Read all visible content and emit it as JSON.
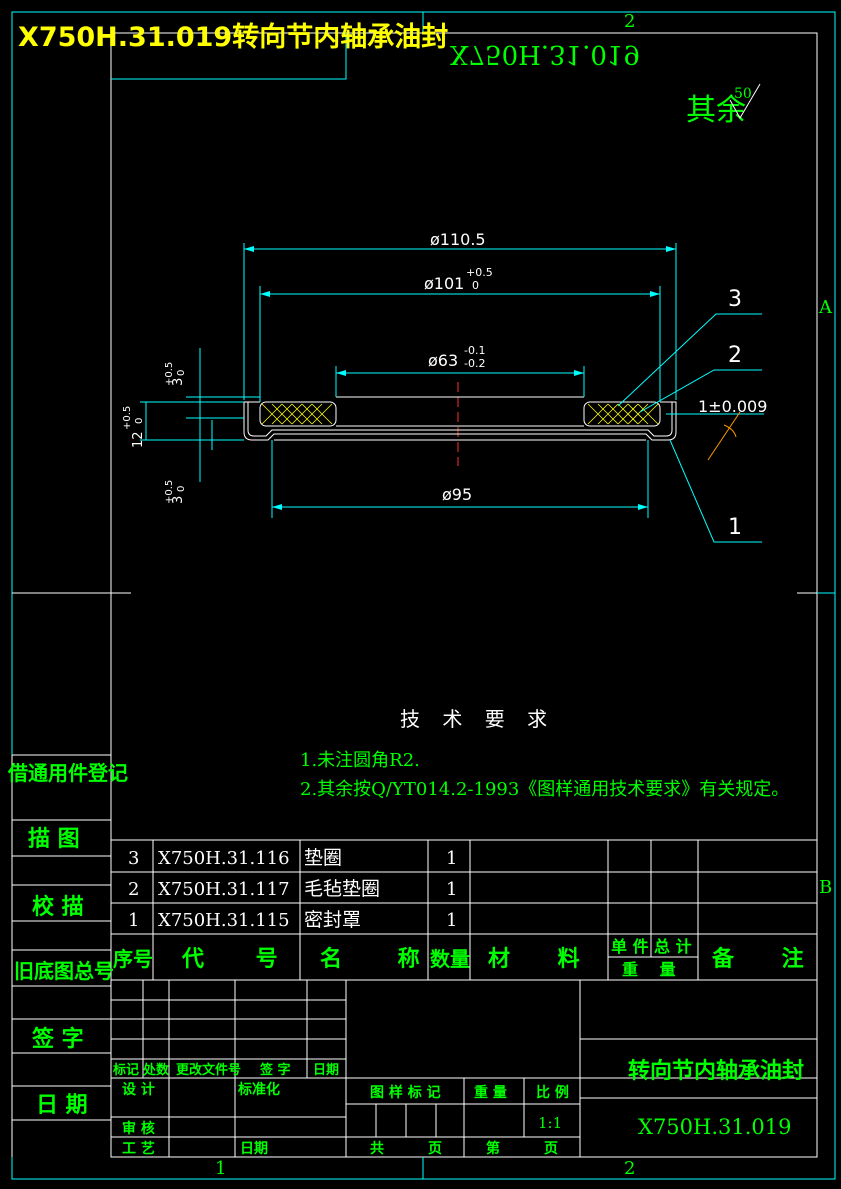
{
  "header": {
    "title": "X750H.31.019转向节内轴承油封",
    "mirror_code": "X750H.31.019"
  },
  "grid_labels": {
    "top_2": "2",
    "bottom_1": "1",
    "bottom_2": "2",
    "right_a": "A",
    "right_b": "B"
  },
  "roughness": {
    "label": "其余",
    "value": "50"
  },
  "dimensions": {
    "d1": "ø110.5",
    "d2": "ø101",
    "d2_tol_up": "+0.5",
    "d2_tol_low": "0",
    "d3": "ø63",
    "d3_tol_up": "-0.1",
    "d3_tol_low": "-0.2",
    "d4": "ø95",
    "h1": "3",
    "h1_tol_up": "+0.5",
    "h1_tol_low": "0",
    "h2": "12",
    "h2_tol_up": "+0.5",
    "h2_tol_low": "0",
    "h3": "3",
    "h3_tol_up": "+0.5",
    "h3_tol_low": "0",
    "runout": "1±0.009"
  },
  "callouts": [
    "3",
    "2",
    "1"
  ],
  "technical_requirements": {
    "title": "技 术 要 求",
    "items": [
      "1.未注圆角R2.",
      "2.其余按Q/YT014.2-1993《图样通用技术要求》有关规定。"
    ]
  },
  "side_panel": [
    "借通用件登记",
    "描 图",
    "校 描",
    "旧底图总号",
    "签 字",
    "日 期"
  ],
  "bom": {
    "rows": [
      {
        "no": "3",
        "code": "X750H.31.116",
        "name": "垫圈",
        "qty": "1"
      },
      {
        "no": "2",
        "code": "X750H.31.117",
        "name": "毛毡垫圈",
        "qty": "1"
      },
      {
        "no": "1",
        "code": "X750H.31.115",
        "name": "密封罩",
        "qty": "1"
      }
    ],
    "headers": {
      "no": "序号",
      "code": "代 号",
      "name": "名 称",
      "qty": "数量",
      "material": "材 料",
      "unit": "单 件",
      "total": "总 计",
      "weight": "重 量",
      "remark": "备 注"
    }
  },
  "title_block": {
    "revision_headers": [
      "标记",
      "处数",
      "更改文件号",
      "签 字",
      "日期"
    ],
    "design": "设 计",
    "standard": "标准化",
    "review": "审 核",
    "process": "工 艺",
    "date": "日期",
    "pattern_mark": "图 样 标 记",
    "weight": "重 量",
    "scale": "比 例",
    "scale_value": "1:1",
    "total": "共",
    "page": "页",
    "sheet": "第",
    "page2": "页",
    "part_name": "转向节内轴承油封",
    "part_code": "X750H.31.019"
  }
}
